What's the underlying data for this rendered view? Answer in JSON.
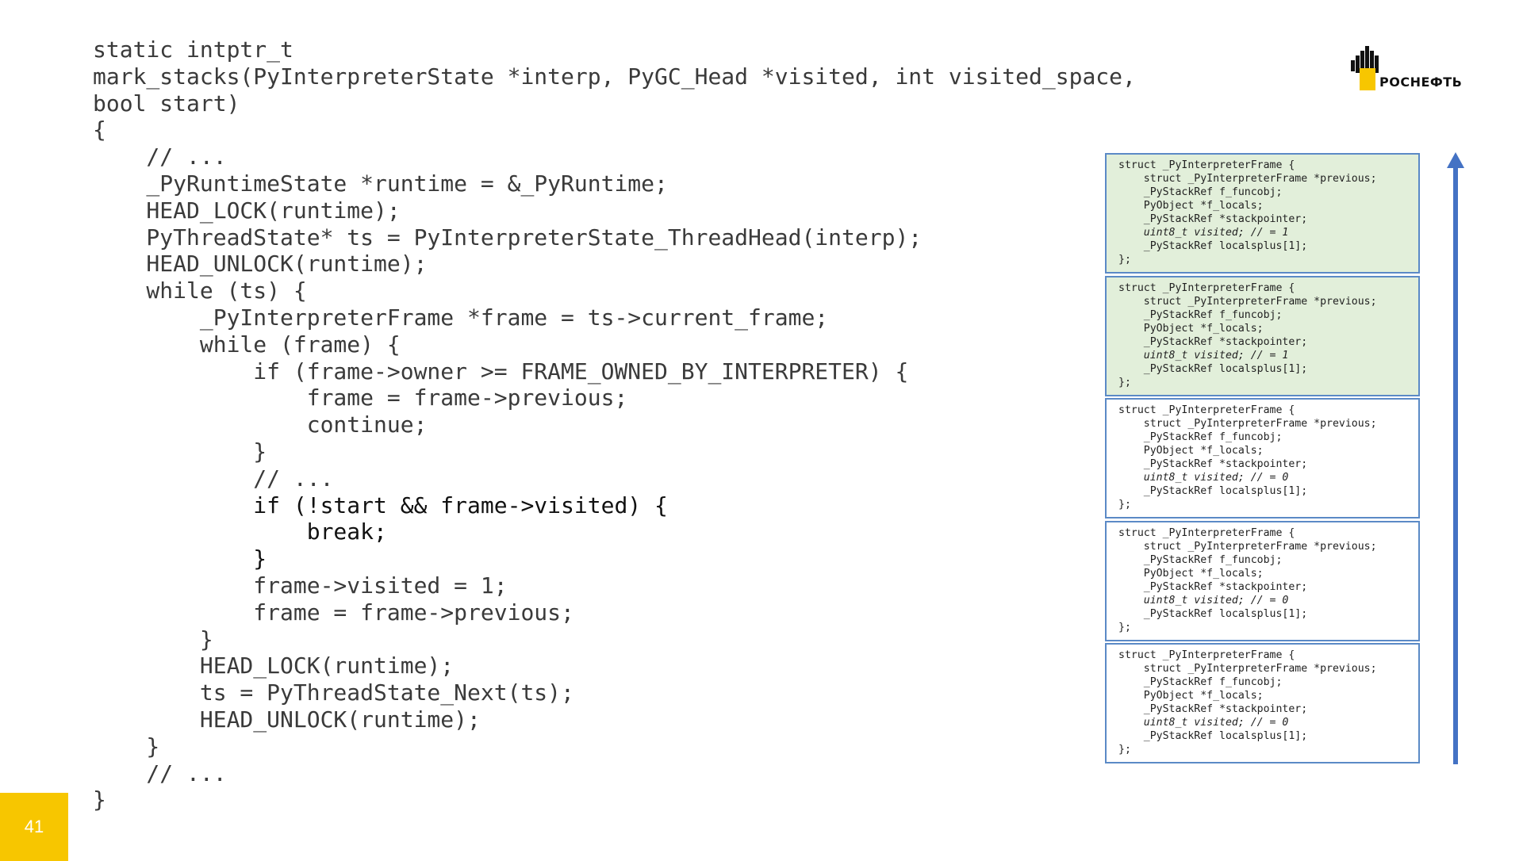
{
  "code_lines": [
    "static intptr_t",
    "mark_stacks(PyInterpreterState *interp, PyGC_Head *visited, int visited_space,",
    "bool start)",
    "{",
    "    // ...",
    "    _PyRuntimeState *runtime = &_PyRuntime;",
    "    HEAD_LOCK(runtime);",
    "    PyThreadState* ts = PyInterpreterState_ThreadHead(interp);",
    "    HEAD_UNLOCK(runtime);",
    "    while (ts) {",
    "        _PyInterpreterFrame *frame = ts->current_frame;",
    "        while (frame) {",
    "            if (frame->owner >= FRAME_OWNED_BY_INTERPRETER) {",
    "                frame = frame->previous;",
    "                continue;",
    "            }",
    "            // ...",
    "            if (!start && frame->visited) {",
    "                break;",
    "            }",
    "            frame->visited = 1;",
    "            frame = frame->previous;",
    "        }",
    "        HEAD_LOCK(runtime);",
    "        ts = PyThreadState_Next(ts);",
    "        HEAD_UNLOCK(runtime);",
    "    }",
    "    // ...",
    "}"
  ],
  "frames": [
    {
      "state": "visited",
      "lines": [
        "struct _PyInterpreterFrame {",
        "    struct _PyInterpreterFrame *previous;",
        "    _PyStackRef f_funcobj;",
        "    PyObject *f_locals;",
        "    _PyStackRef *stackpointer;",
        "    uint8_t visited; // = 1",
        "    _PyStackRef localsplus[1];",
        "};"
      ]
    },
    {
      "state": "visited",
      "lines": [
        "struct _PyInterpreterFrame {",
        "    struct _PyInterpreterFrame *previous;",
        "    _PyStackRef f_funcobj;",
        "    PyObject *f_locals;",
        "    _PyStackRef *stackpointer;",
        "    uint8_t visited; // = 1",
        "    _PyStackRef localsplus[1];",
        "};"
      ]
    },
    {
      "state": "unvisited",
      "lines": [
        "struct _PyInterpreterFrame {",
        "    struct _PyInterpreterFrame *previous;",
        "    _PyStackRef f_funcobj;",
        "    PyObject *f_locals;",
        "    _PyStackRef *stackpointer;",
        "    uint8_t visited; // = 0",
        "    _PyStackRef localsplus[1];",
        "};"
      ]
    },
    {
      "state": "unvisited",
      "lines": [
        "struct _PyInterpreterFrame {",
        "    struct _PyInterpreterFrame *previous;",
        "    _PyStackRef f_funcobj;",
        "    PyObject *f_locals;",
        "    _PyStackRef *stackpointer;",
        "    uint8_t visited; // = 0",
        "    _PyStackRef localsplus[1];",
        "};"
      ]
    },
    {
      "state": "unvisited",
      "lines": [
        "struct _PyInterpreterFrame {",
        "    struct _PyInterpreterFrame *previous;",
        "    _PyStackRef f_funcobj;",
        "    PyObject *f_locals;",
        "    _PyStackRef *stackpointer;",
        "    uint8_t visited; // = 0",
        "    _PyStackRef localsplus[1];",
        "};"
      ]
    }
  ],
  "logo": {
    "text": "РОСНЕФТЬ",
    "icon": "rosneft-logo-icon"
  },
  "arrow": {
    "icon": "up-arrow-icon",
    "color": "#4472c4"
  },
  "colors": {
    "visited_frame_bg": "#e2efda",
    "frame_border": "#5b8ac6",
    "page_badge_bg": "#f7c600",
    "logo_yellow": "#f7c600"
  },
  "page_number": "41"
}
